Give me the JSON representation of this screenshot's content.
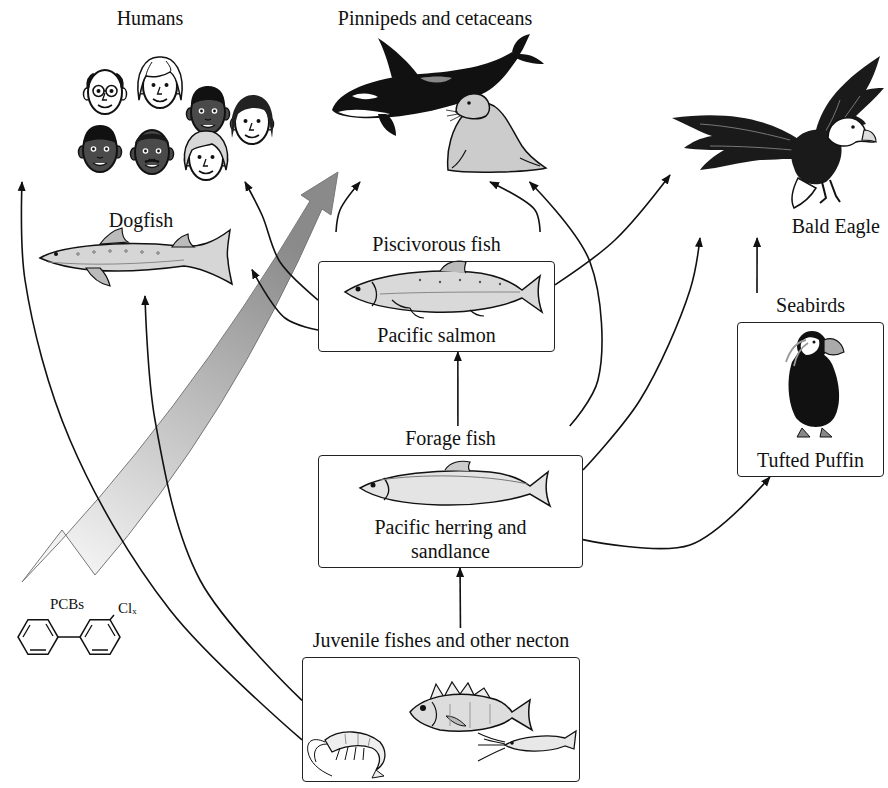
{
  "diagram": {
    "nodes": [
      {
        "text": [
          "Humans"
        ]
      },
      {
        "text": [
          "Pinnipeds and cetaceans"
        ]
      },
      {
        "text": [
          "Dogfish"
        ]
      },
      {
        "text": [
          "Bald Eagle"
        ]
      },
      {
        "text": [
          "Piscivorous fish",
          "Pacific salmon"
        ]
      },
      {
        "text": [
          "Seabirds",
          "Tufted Puffin"
        ]
      },
      {
        "text": [
          "Forage fish",
          "Pacific herring and sandlance"
        ]
      },
      {
        "text": [
          "Juvenile fishes and other necton"
        ]
      }
    ],
    "edges": [
      {
        "from": 7,
        "to": 6,
        "arrow": "to"
      },
      {
        "from": 6,
        "to": 4,
        "arrow": "to"
      },
      {
        "from": 4,
        "to": 1,
        "arrow": "to"
      },
      {
        "from": 4,
        "to": 1,
        "arrow": "to"
      },
      {
        "from": 4,
        "to": 0,
        "arrow": "to"
      },
      {
        "from": 4,
        "to": 2,
        "arrow": "to"
      },
      {
        "from": 4,
        "to": 3,
        "arrow": "to"
      },
      {
        "from": 6,
        "to": 1,
        "arrow": "to"
      },
      {
        "from": 6,
        "to": 3,
        "arrow": "to"
      },
      {
        "from": 6,
        "to": 5,
        "arrow": "to"
      },
      {
        "from": 5,
        "to": 3,
        "arrow": "to"
      },
      {
        "from": 7,
        "to": 2,
        "arrow": "to"
      },
      {
        "from": 7,
        "to": 0,
        "arrow": "to"
      }
    ],
    "labels": [
      "PCBs",
      "Clₓ"
    ]
  }
}
